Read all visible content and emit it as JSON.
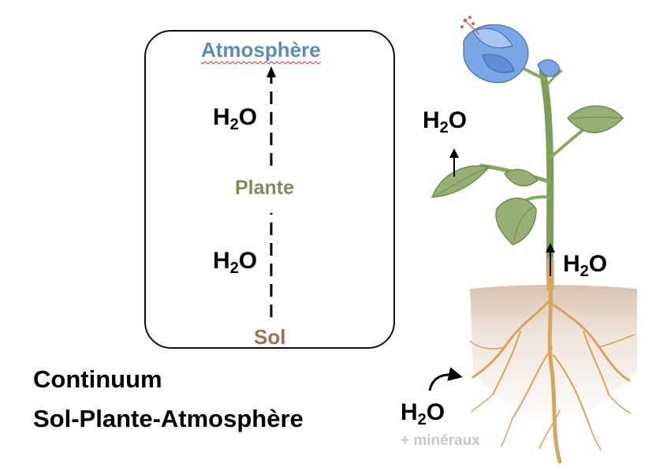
{
  "diagram": {
    "title_line1": "Continuum",
    "title_line2": "Sol-Plante-Atmosphère",
    "box": {
      "atmosphere": "Atmosphère",
      "plante": "Plante",
      "sol": "Sol",
      "h2o_upper": {
        "base": "H",
        "sub": "2",
        "rest": "O"
      },
      "h2o_lower": {
        "base": "H",
        "sub": "2",
        "rest": "O"
      }
    },
    "plant": {
      "h2o_leaf": {
        "base": "H",
        "sub": "2",
        "rest": "O"
      },
      "h2o_stem": {
        "base": "H",
        "sub": "2",
        "rest": "O"
      },
      "h2o_root": {
        "base": "H",
        "sub": "2",
        "rest": "O"
      },
      "mineraux": "+ minéraux"
    },
    "colors": {
      "atmosphere": "#5b8db8",
      "plante": "#7f8c5a",
      "sol": "#9a7250",
      "flower": "#6f9ee0",
      "leaf": "#93ad74",
      "stem": "#7aa055",
      "root": "#d4a25a",
      "soil": "#e9dbd0"
    }
  }
}
